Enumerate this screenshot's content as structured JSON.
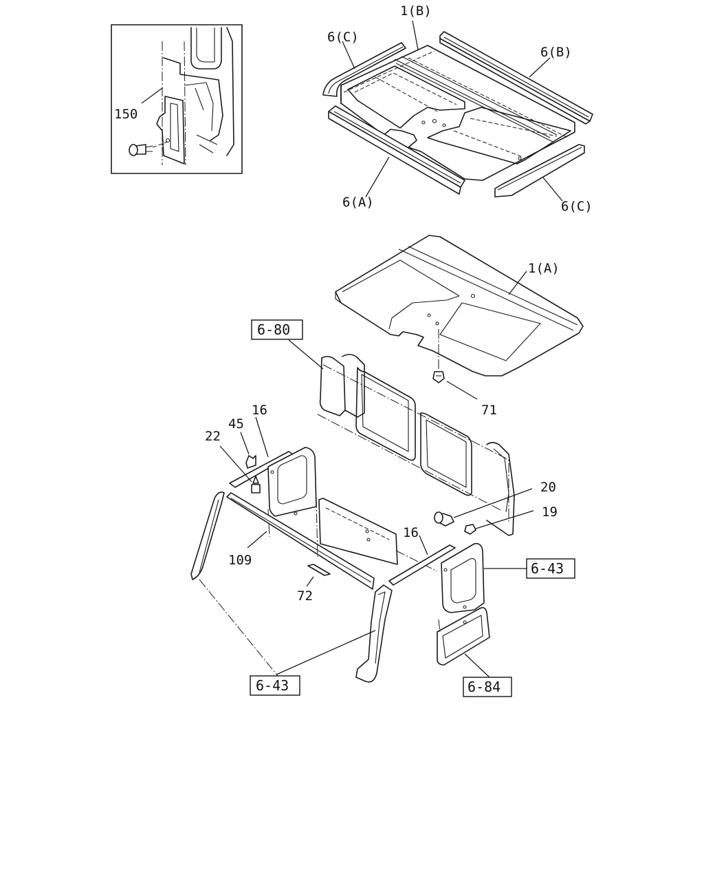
{
  "callouts": {
    "c_1b": "1(B)",
    "c_6c_top": "6(C)",
    "c_6b": "6(B)",
    "c_6a": "6(A)",
    "c_6c_bottom": "6(C)",
    "c_150": "150",
    "c_1a": "1(A)",
    "c_71": "71",
    "c_45": "45",
    "c_16_left": "16",
    "c_22": "22",
    "c_20": "20",
    "c_19": "19",
    "c_16_right": "16",
    "c_109": "109",
    "c_72": "72"
  },
  "references": {
    "r_6_80": "6-80",
    "r_6_43_right": "6-43",
    "r_6_43_bottom": "6-43",
    "r_6_84": "6-84"
  }
}
